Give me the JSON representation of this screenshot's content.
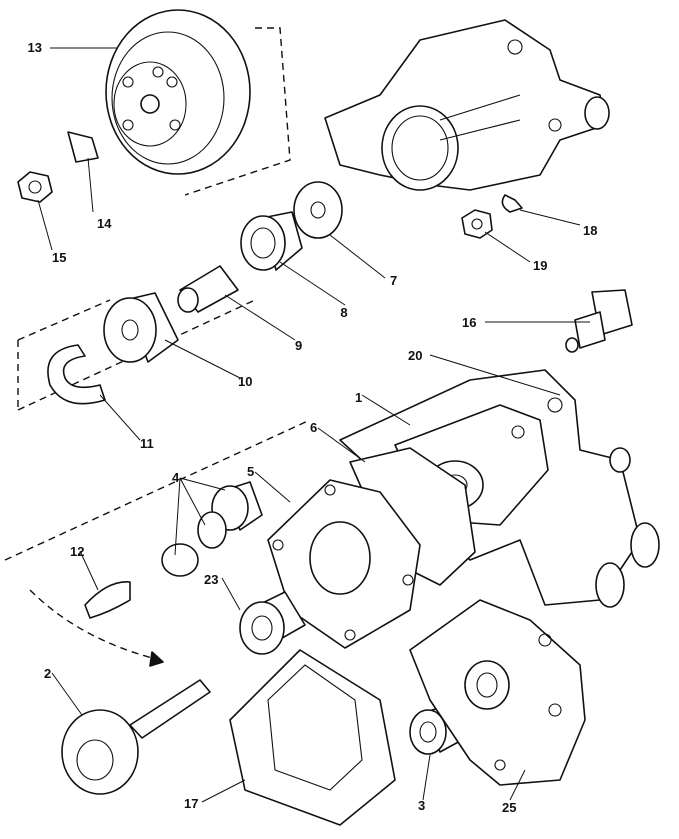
{
  "callouts": [
    {
      "id": "c13",
      "text": "13"
    },
    {
      "id": "c14",
      "text": "14"
    },
    {
      "id": "c15",
      "text": "15"
    },
    {
      "id": "c7",
      "text": "7"
    },
    {
      "id": "c8",
      "text": "8"
    },
    {
      "id": "c9",
      "text": "9"
    },
    {
      "id": "c10",
      "text": "10"
    },
    {
      "id": "c11",
      "text": "11"
    },
    {
      "id": "c18",
      "text": "18"
    },
    {
      "id": "c19",
      "text": "19"
    },
    {
      "id": "c16",
      "text": "16"
    },
    {
      "id": "c20",
      "text": "20"
    },
    {
      "id": "c1",
      "text": "1"
    },
    {
      "id": "c6",
      "text": "6"
    },
    {
      "id": "c5",
      "text": "5"
    },
    {
      "id": "c4",
      "text": "4"
    },
    {
      "id": "c12",
      "text": "12"
    },
    {
      "id": "c23",
      "text": "23"
    },
    {
      "id": "c2",
      "text": "2"
    },
    {
      "id": "c17",
      "text": "17"
    },
    {
      "id": "c3",
      "text": "3"
    },
    {
      "id": "c25",
      "text": "25"
    }
  ]
}
